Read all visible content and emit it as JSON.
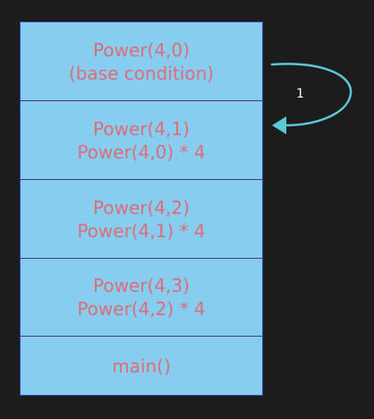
{
  "frames": [
    {
      "line1": "Power(4,0)",
      "line2": "(base condition)"
    },
    {
      "line1": "Power(4,1)",
      "line2": "Power(4,0) * 4"
    },
    {
      "line1": "Power(4,2)",
      "line2": "Power(4,1) * 4"
    },
    {
      "line1": "Power(4,3)",
      "line2": "Power(4,2) * 4"
    },
    {
      "line1": "main()"
    }
  ],
  "arrow": {
    "label": "1",
    "color": "#5cc7d6"
  },
  "colors": {
    "background": "#1c1c1c",
    "frame_fill": "#86cdf0",
    "frame_text": "#df6c78",
    "frame_divider": "#4e2f8a"
  }
}
